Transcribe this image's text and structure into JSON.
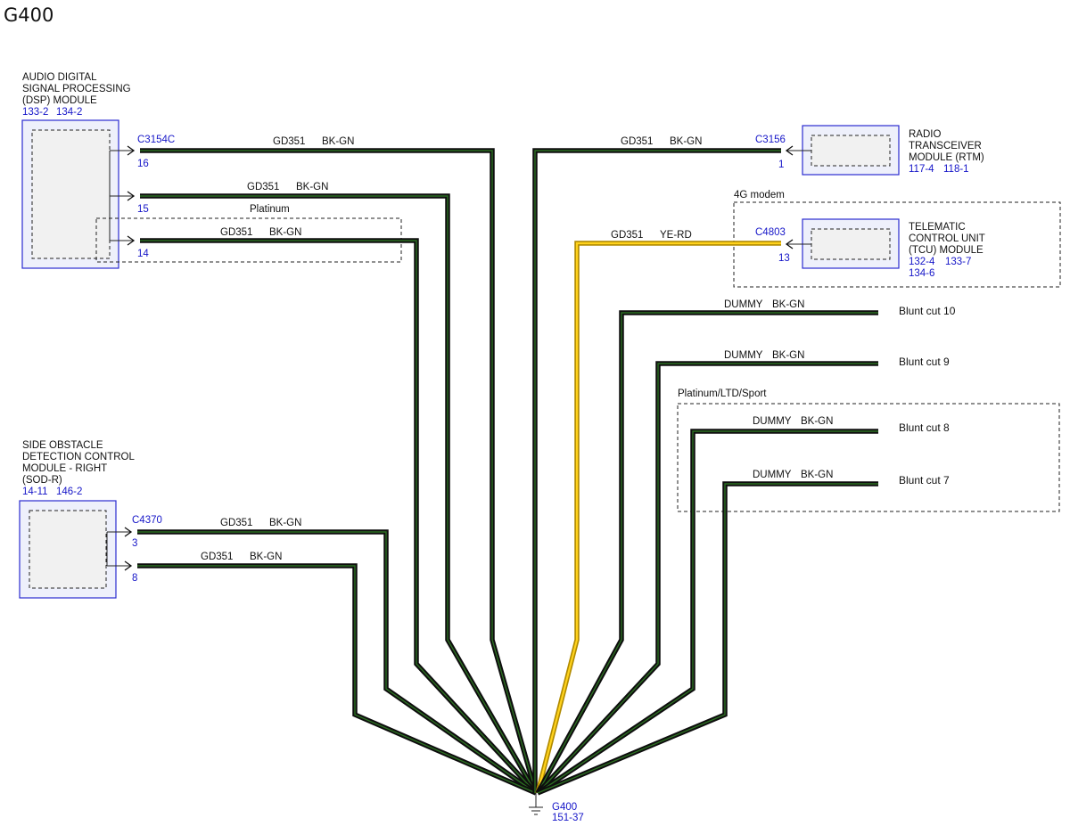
{
  "title": "G400",
  "modules": {
    "dsp": {
      "name_lines": [
        "AUDIO DIGITAL",
        "SIGNAL PROCESSING",
        "(DSP) MODULE"
      ],
      "refs": [
        "133-2",
        "134-2"
      ],
      "connector": "C3154C",
      "pins": [
        "16",
        "15",
        "14"
      ]
    },
    "sod": {
      "name_lines": [
        "SIDE OBSTACLE",
        "DETECTION CONTROL",
        "MODULE - RIGHT",
        "(SOD-R)"
      ],
      "refs": [
        "14-11",
        "146-2"
      ],
      "connector": "C4370",
      "pins": [
        "3",
        "8"
      ]
    },
    "rtm": {
      "name_lines": [
        "RADIO",
        "TRANSCEIVER",
        "MODULE (RTM)"
      ],
      "refs": [
        "117-4",
        "118-1"
      ],
      "connector": "C3156",
      "pins": [
        "1"
      ]
    },
    "tcu": {
      "name_lines": [
        "TELEMATIC",
        "CONTROL UNIT",
        "(TCU) MODULE"
      ],
      "refs": [
        "132-4",
        "133-7",
        "134-6"
      ],
      "connector": "C4803",
      "pins": [
        "13"
      ]
    }
  },
  "option_labels": {
    "platinum": "Platinum",
    "modem": "4G modem",
    "platinum_ltd_sport": "Platinum/LTD/Sport"
  },
  "wires": [
    {
      "circuit": "GD351",
      "color": "BK-GN"
    },
    {
      "circuit": "GD351",
      "color": "BK-GN"
    },
    {
      "circuit": "GD351",
      "color": "BK-GN"
    },
    {
      "circuit": "GD351",
      "color": "BK-GN"
    },
    {
      "circuit": "GD351",
      "color": "BK-GN"
    },
    {
      "circuit": "GD351",
      "color": "BK-GN"
    },
    {
      "circuit": "GD351",
      "color": "YE-RD"
    },
    {
      "circuit": "DUMMY",
      "color": "BK-GN"
    },
    {
      "circuit": "DUMMY",
      "color": "BK-GN"
    },
    {
      "circuit": "DUMMY",
      "color": "BK-GN"
    },
    {
      "circuit": "DUMMY",
      "color": "BK-GN"
    }
  ],
  "blunt_cuts": [
    "Blunt cut 10",
    "Blunt cut 9",
    "Blunt cut 8",
    "Blunt cut 7"
  ],
  "ground": {
    "name": "G400",
    "ref": "151-37"
  },
  "colors": {
    "reference_blue": "#1515c8",
    "module_border": "#2b2bd0",
    "wire_black": "#0e0e0e",
    "wire_green": "#2c6e22",
    "wire_yellow": "#ffd21c"
  }
}
